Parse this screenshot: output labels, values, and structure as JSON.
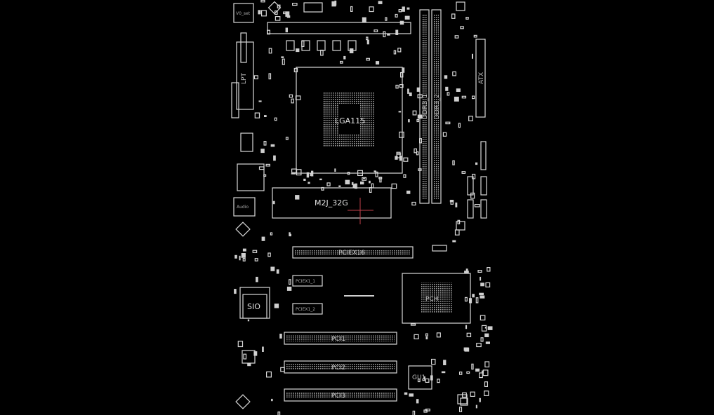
{
  "viewer": {
    "title": "Boardview"
  },
  "components": {
    "vrm": "V0_set",
    "lpt": "LPT",
    "cpu_socket": "LGA115",
    "ddr1": "DDR3_1",
    "ddr2": "DDR3_2",
    "atx": "ATX",
    "audio": "Audio",
    "m2": "M2J_32G",
    "pciex16": "PCIEX16",
    "pciex1_1": "PCIEX1_1",
    "pciex1_2": "PCIEX1_2",
    "sio": "SIO",
    "pch": "PCH",
    "pci1": "PCI1",
    "pci2": "PCI2",
    "pci3": "PCI3",
    "gu1": "GU1"
  },
  "colors": {
    "background": "#000000",
    "outline": "#d8d8d8",
    "cursor": "#c0404a"
  }
}
